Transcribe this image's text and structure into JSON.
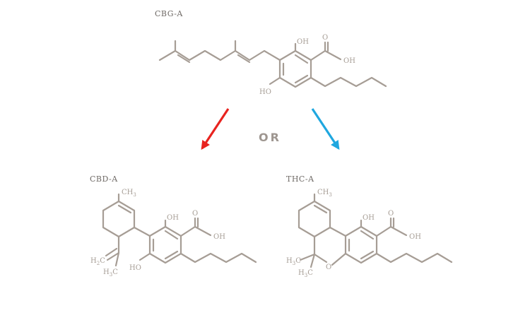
{
  "molecules": {
    "cbga": {
      "name": "CBG-A",
      "atoms": {
        "oh_top": "OH",
        "oh_acid": "OH",
        "oxo": "O",
        "ho": "HO"
      }
    },
    "cbda": {
      "name": "CBD-A",
      "atoms": {
        "ch3": "CH",
        "ch3_sub": "3",
        "oh_top": "OH",
        "oh_acid": "OH",
        "oxo": "O",
        "ho": "HO",
        "h2c": "H",
        "h2c_sub": "2",
        "h2c_c": "C",
        "h3c": "H",
        "h3c_sub": "3",
        "h3c_c": "C"
      }
    },
    "thca": {
      "name": "THC-A",
      "atoms": {
        "ch3": "CH",
        "ch3_sub": "3",
        "oh_top": "OH",
        "oh_acid": "OH",
        "oxo": "O",
        "ring_o": "O",
        "h3c_a": "H",
        "h3c_a_sub": "3",
        "h3c_a_c": "C",
        "h3c_b": "H",
        "h3c_b_sub": "3",
        "h3c_b_c": "C"
      }
    }
  },
  "connector": "OR",
  "colors": {
    "bond": "#a69d95",
    "label": "#6f6a66",
    "arrow_left": "#e8231f",
    "arrow_right": "#1fa7df"
  }
}
